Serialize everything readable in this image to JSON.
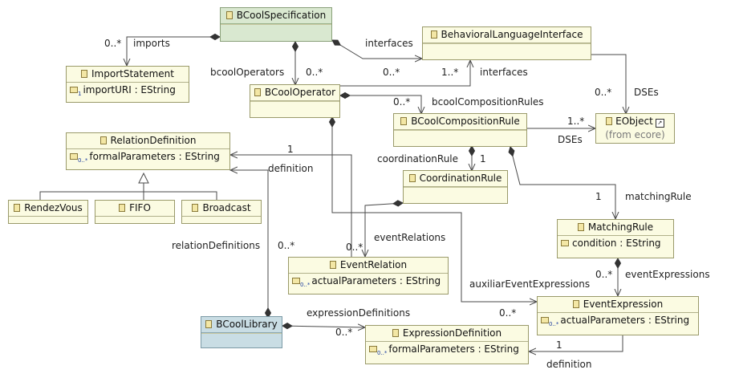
{
  "classes": {
    "bcool_specification": {
      "name": "BCoolSpecification"
    },
    "import_statement": {
      "name": "ImportStatement",
      "attr": "importURI : EString",
      "attr_mult": "1"
    },
    "behavioral_language_interface": {
      "name": "BehavioralLanguageInterface"
    },
    "bcool_operator": {
      "name": "BCoolOperator"
    },
    "bcool_composition_rule": {
      "name": "BCoolCompositionRule"
    },
    "eobject": {
      "name": "EObject",
      "ext": "(from ecore)"
    },
    "relation_definition": {
      "name": "RelationDefinition",
      "attr": "formalParameters : EString",
      "attr_mult": "0..*"
    },
    "rendez_vous": {
      "name": "RendezVous"
    },
    "fifo": {
      "name": "FIFO"
    },
    "broadcast": {
      "name": "Broadcast"
    },
    "coordination_rule": {
      "name": "CoordinationRule"
    },
    "matching_rule": {
      "name": "MatchingRule",
      "attr": "condition : EString"
    },
    "event_relation": {
      "name": "EventRelation",
      "attr": "actualParameters : EString",
      "attr_mult": "0..*"
    },
    "event_expression": {
      "name": "EventExpression",
      "attr": "actualParameters : EString",
      "attr_mult": "0..*"
    },
    "bcool_library": {
      "name": "BCoolLibrary"
    },
    "expression_definition": {
      "name": "ExpressionDefinition",
      "attr": "formalParameters : EString",
      "attr_mult": "0..*"
    }
  },
  "labels": {
    "imports_mult": "0..*",
    "imports": "imports",
    "interfaces_top": "interfaces",
    "bcool_operators": "bcoolOperators",
    "bcool_operators_mult": "0..*",
    "interfaces_mult_a": "0..*",
    "interfaces_mult_b": "1..*",
    "interfaces_op": "interfaces",
    "dses_mult": "0..*",
    "dses_top": "DSEs",
    "composition_rules_mult": "0..*",
    "bcool_composition_rules": "bcoolCompositionRules",
    "dses_mult_2": "1..*",
    "dses_2": "DSEs",
    "definition_mult": "1",
    "definition": "definition",
    "coordination_rule": "coordinationRule",
    "coordination_rule_mult": "1",
    "matching_rule_mult": "1",
    "matching_rule": "matchingRule",
    "relation_definitions": "relationDefinitions",
    "relation_definitions_mult": "0..*",
    "event_relations_mult": "0..*",
    "event_relations": "eventRelations",
    "auxiliar_event_expressions": "auxiliarEventExpressions",
    "event_expressions_mult": "0..*",
    "event_expressions": "eventExpressions",
    "auxiliar_mult": "0..*",
    "expression_definitions": "expressionDefinitions",
    "expression_definitions_mult": "0..*",
    "definition_2_mult": "1",
    "definition_2": "definition"
  },
  "colors": {
    "class_fill": "#fbfbe2",
    "root_fill": "#d9e8d0",
    "library_fill": "#c9dde4",
    "line": "#4a4a4a"
  }
}
